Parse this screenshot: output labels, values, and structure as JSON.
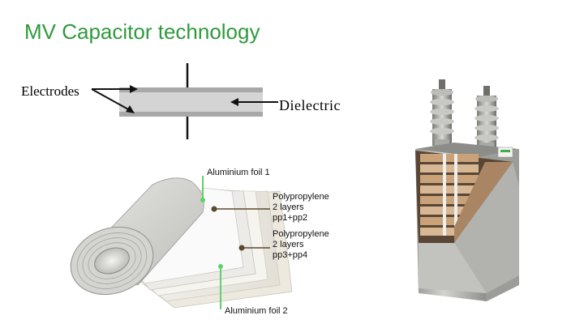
{
  "title": "MV Capacitor technology",
  "labels": {
    "electrodes": "Electrodes",
    "dielectric": "Dielectric",
    "aluminium_foil_1": "Aluminium foil 1",
    "polypropylene_12": [
      "Polypropylene",
      "2 layers",
      "pp1+pp2"
    ],
    "polypropylene_34": [
      "Polypropylene",
      "2 layers",
      "pp3+pp4"
    ],
    "aluminium_foil_2": "Aluminium foil 2"
  },
  "colors": {
    "title": "#2f9a3c",
    "foil_leader": "#5fd16a",
    "pp_leader": "#5a4a2a"
  }
}
